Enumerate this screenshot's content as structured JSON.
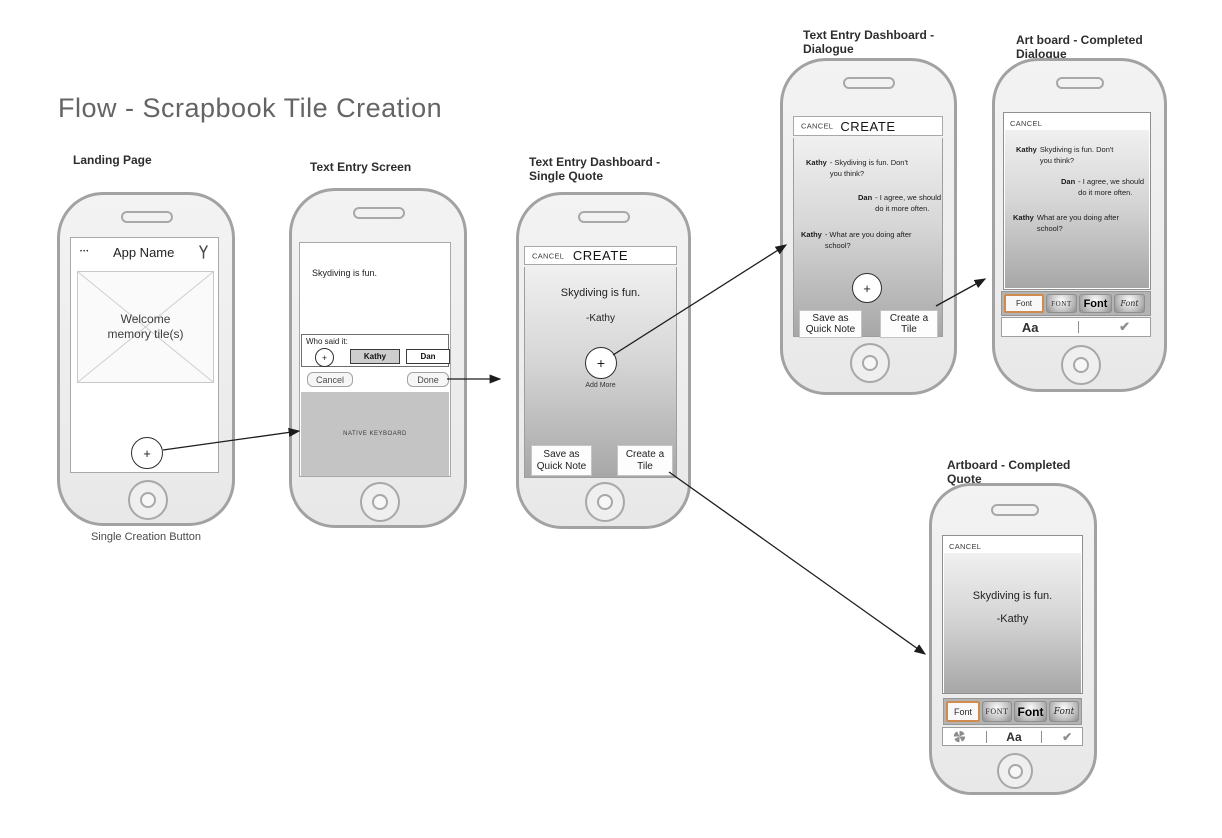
{
  "title": "Flow - Scrapbook Tile Creation",
  "colors": {
    "accent_orange": "#d18b4f",
    "keyboard_gray": "#c4c4c4",
    "wireframe_gray": "#a2a2a2"
  },
  "icons": {
    "plus": "+",
    "check": "✔",
    "ellipsis": "•••",
    "aa_label": "Aa"
  },
  "phones": {
    "landing": {
      "label": "Landing Page",
      "app_name": "App Name",
      "tile_placeholder": "Welcome memory tile(s)",
      "caption": "Single Creation Button"
    },
    "text_entry": {
      "label": "Text Entry Screen",
      "typed_text": "Skydiving is fun.",
      "who_said_it": "Who said it:",
      "speaker1": "Kathy",
      "speaker2": "Dan",
      "cancel": "Cancel",
      "done": "Done",
      "keyboard_label": "NATIVE KEYBOARD"
    },
    "dashboard_single": {
      "label_line1": "Text Entry Dashboard -",
      "label_line2": "Single Quote",
      "cancel": "CANCEL",
      "create": "CREATE",
      "quote": "Skydiving is fun.",
      "attribution": "-Kathy",
      "add_more": "Add More",
      "save_button": "Save as Quick Note",
      "tile_button": "Create a Tile"
    },
    "dashboard_dialogue": {
      "label_line1": "Text Entry Dashboard -",
      "label_line2": "Dialogue",
      "cancel": "CANCEL",
      "create": "CREATE",
      "messages": [
        {
          "name": "Kathy",
          "text": "- Skydiving is fun. Don't you think?"
        },
        {
          "name": "Dan",
          "text": "- I agree, we should do it more often."
        },
        {
          "name": "Kathy",
          "text": "- What are you doing after school?"
        }
      ],
      "save_button": "Save as Quick Note",
      "tile_button": "Create a Tile"
    },
    "artboard_dialogue": {
      "label_line1": "Art board - Completed",
      "label_line2": "Dialogue",
      "cancel": "CANCEL",
      "messages": [
        {
          "name": "Kathy",
          "text": "Skydiving is fun. Don't you think?"
        },
        {
          "name": "Dan",
          "text": "- I agree, we should do it more often."
        },
        {
          "name": "Kathy",
          "text": "What are you doing after school?"
        }
      ],
      "fonts": [
        "Font",
        "FONT",
        "Font",
        "Font"
      ]
    },
    "artboard_quote": {
      "label_line1": "Artboard - Completed",
      "label_line2": "Quote",
      "cancel": "CANCEL",
      "quote": "Skydiving is fun.",
      "attribution": "-Kathy",
      "fonts": [
        "Font",
        "FONT",
        "Font",
        "Font"
      ]
    }
  }
}
